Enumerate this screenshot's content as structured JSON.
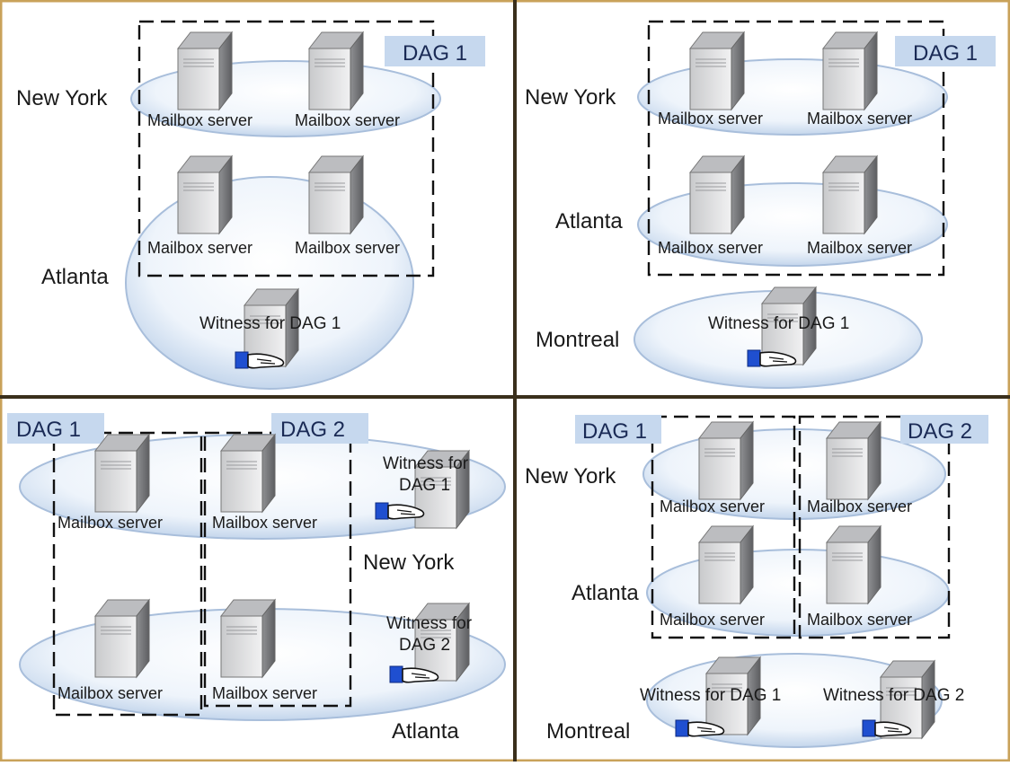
{
  "colors": {
    "frame": "#c9a25a",
    "ellipse_fill": "#e1ecf8",
    "dag_label_bg": "#c6d8ee",
    "server_body": "#a9aaad",
    "server_front": "#d8d9db",
    "hand_cuff": "#1f4fd0"
  },
  "icons": [
    "server-icon",
    "shared-hand-icon"
  ],
  "panels": [
    {
      "dags": [
        "DAG 1"
      ],
      "sites": [
        "New York",
        "Atlanta"
      ],
      "servers": [
        "Mailbox server",
        "Mailbox server",
        "Mailbox server",
        "Mailbox server"
      ],
      "witnesses": [
        "Witness for DAG 1"
      ]
    },
    {
      "dags": [
        "DAG 1"
      ],
      "sites": [
        "New York",
        "Atlanta",
        "Montreal"
      ],
      "servers": [
        "Mailbox server",
        "Mailbox server",
        "Mailbox server",
        "Mailbox server"
      ],
      "witnesses": [
        "Witness for DAG 1"
      ]
    },
    {
      "dags": [
        "DAG 1",
        "DAG 2"
      ],
      "sites": [
        "New York",
        "Atlanta"
      ],
      "servers": [
        "Mailbox server",
        "Mailbox server",
        "Mailbox server",
        "Mailbox server"
      ],
      "witnesses": [
        [
          "Witness for",
          "DAG 1"
        ],
        [
          "Witness for",
          "DAG 2"
        ]
      ]
    },
    {
      "dags": [
        "DAG 1",
        "DAG 2"
      ],
      "sites": [
        "New York",
        "Atlanta",
        "Montreal"
      ],
      "servers": [
        "Mailbox server",
        "Mailbox server",
        "Mailbox server",
        "Mailbox server"
      ],
      "witnesses": [
        "Witness for DAG 1",
        "Witness for DAG 2"
      ]
    }
  ]
}
